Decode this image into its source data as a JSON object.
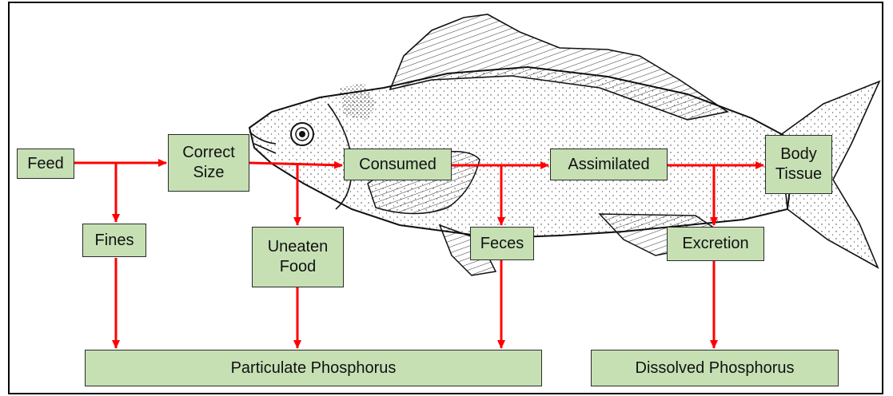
{
  "diagram": {
    "nodes": {
      "feed": "Feed",
      "correct_size": "Correct\nSize",
      "consumed": "Consumed",
      "assimilated": "Assimilated",
      "body_tissue": "Body\nTissue",
      "fines": "Fines",
      "uneaten_food": "Uneaten\nFood",
      "feces": "Feces",
      "excretion": "Excretion",
      "particulate_phosphorus": "Particulate Phosphorus",
      "dissolved_phosphorus": "Dissolved Phosphorus"
    },
    "colors": {
      "box_fill": "#c6e0b4",
      "arrow": "#ff0000",
      "border": "#2b2b2b"
    },
    "background_image": "fish-illustration"
  }
}
